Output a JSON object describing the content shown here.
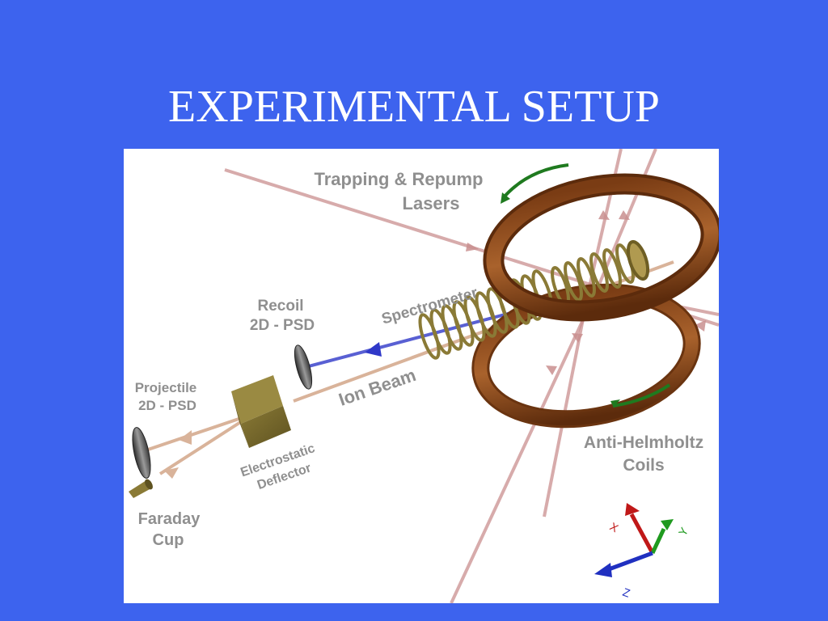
{
  "slide": {
    "title": "EXPERIMENTAL SETUP",
    "background_color": "#3d63ee"
  },
  "diagram": {
    "labels": {
      "lasers_line1": "Trapping & Repump",
      "lasers_line2": "Lasers",
      "spectrometer": "Spectrometer",
      "recoil_line1": "Recoil",
      "recoil_line2": "2D - PSD",
      "projectile_line1": "Projectile",
      "projectile_line2": "2D - PSD",
      "ion_beam": "Ion Beam",
      "deflector_line1": "Electrostatic",
      "deflector_line2": "Deflector",
      "coils_line1": "Anti-Helmholtz",
      "coils_line2": "Coils",
      "faraday_line1": "Faraday",
      "faraday_line2": "Cup"
    },
    "axes": {
      "x": "X",
      "y": "Y",
      "z": "Z"
    },
    "colors": {
      "label_gray": "#8f8f8f",
      "laser": "#c98f8f",
      "ion_beam": "#d9b39a",
      "recoil_beam": "#2f38c8",
      "coil_copper": "#8a4a1e",
      "coil_arrow_green": "#1f7a1f",
      "axis_x": "#c01818",
      "axis_y": "#1f9a1f",
      "axis_z": "#2030c0"
    }
  }
}
